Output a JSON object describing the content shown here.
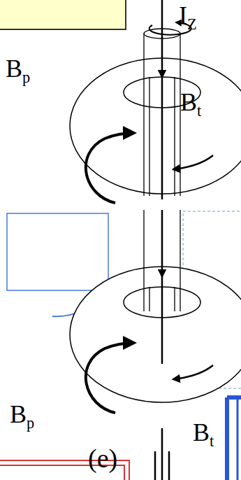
{
  "diagram": {
    "labels": [
      "IZ",
      "Bt",
      "Bp",
      "Bp",
      "Bt",
      "(e)"
    ]
  }
}
